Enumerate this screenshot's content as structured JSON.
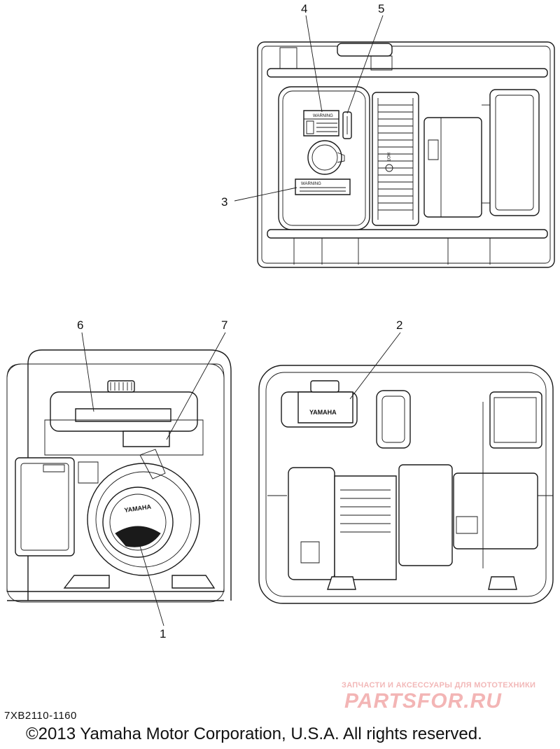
{
  "callouts": [
    "1",
    "2",
    "3",
    "4",
    "5",
    "6",
    "7"
  ],
  "labels": {
    "warning_1": "WARNING",
    "warning_2": "WARNING",
    "hot": "HOT",
    "brand_front": "YAMAHA",
    "brand_tank": "YAMAHA"
  },
  "footer": {
    "part_number": "7XB2110-1160",
    "copyright": "©2013 Yamaha Motor Corporation, U.S.A. All rights reserved."
  },
  "watermark": {
    "tagline": "ЗАПЧАСТИ И АКСЕССУАРЫ ДЛЯ МОТОТЕХНИКИ",
    "site": "PARTSFOR.RU",
    "color": "#f3b5b5"
  },
  "icons": [
    "generator-top-view",
    "generator-front-view",
    "generator-side-view"
  ]
}
